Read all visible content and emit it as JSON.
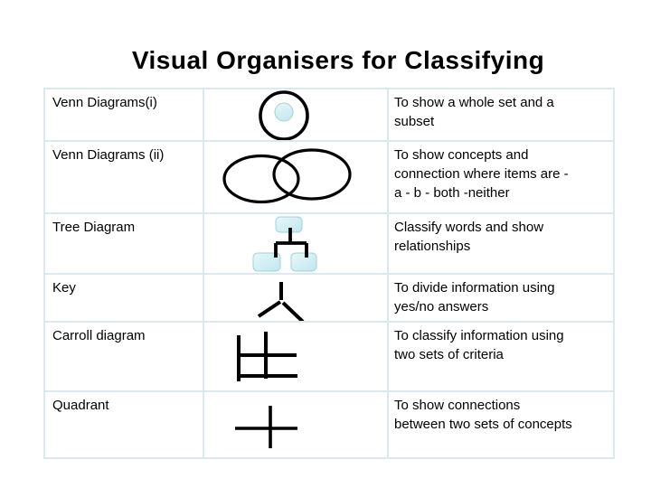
{
  "title": "Visual Organisers for Classifying",
  "table": {
    "rows": [
      {
        "name": "Venn Diagrams(i)",
        "icon": "venn-subset-icon",
        "description": "To show a whole set and a\nsubset"
      },
      {
        "name": "Venn Diagrams (ii)",
        "icon": "venn-overlap-icon",
        "description": "To show concepts and\nconnection where items are -\na - b - both -neither"
      },
      {
        "name": "Tree Diagram",
        "icon": "tree-diagram-icon",
        "description": "Classify words and show\nrelationships"
      },
      {
        "name": "Key",
        "icon": "key-branch-icon",
        "description": "To divide information using\nyes/no answers"
      },
      {
        "name": "Carroll diagram",
        "icon": "carroll-grid-icon",
        "description": "To classify information using\ntwo sets of criteria"
      },
      {
        "name": "Quadrant",
        "icon": "quadrant-cross-icon",
        "description": "To show connections\nbetween two sets of concepts"
      }
    ]
  },
  "colors": {
    "background": "#ffffff",
    "table_border": "#dce9ec",
    "text": "#000000",
    "icon_stroke": "#000000",
    "node_fill_light": "#e7f8fa",
    "node_fill_dark": "#bfe7ee",
    "node_border": "#9ed2da"
  }
}
